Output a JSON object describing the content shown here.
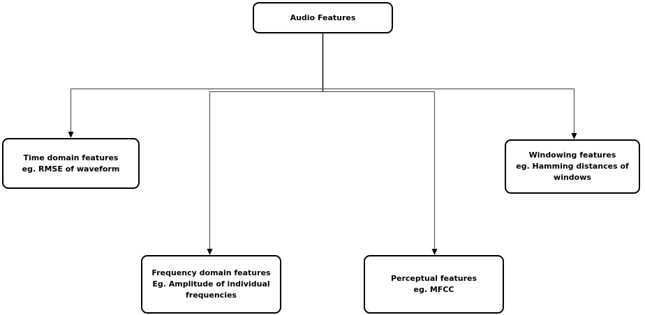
{
  "diagram": {
    "type": "flowchart",
    "title": "Audio Features",
    "colors": {
      "background": "#ffffff",
      "border": "#000000",
      "text": "#000000",
      "line": "#595959",
      "stem": "#000000",
      "arrowhead": "#000000"
    },
    "nodes": [
      {
        "id": "audio-features",
        "lines": [
          "Audio Features"
        ]
      },
      {
        "id": "time-domain",
        "lines": [
          "Time domain features",
          "eg. RMSE of waveform"
        ]
      },
      {
        "id": "frequency-domain",
        "lines": [
          "Frequency domain features",
          "Eg. Amplitude of individual",
          "frequencies"
        ]
      },
      {
        "id": "perceptual",
        "lines": [
          "Perceptual features",
          "eg. MFCC"
        ]
      },
      {
        "id": "windowing",
        "lines": [
          "Windowing features",
          "eg. Hamming distances of",
          "windows"
        ]
      }
    ],
    "edges": [
      {
        "from": "audio-features",
        "to": "time-domain"
      },
      {
        "from": "audio-features",
        "to": "frequency-domain"
      },
      {
        "from": "audio-features",
        "to": "perceptual"
      },
      {
        "from": "audio-features",
        "to": "windowing"
      }
    ]
  }
}
